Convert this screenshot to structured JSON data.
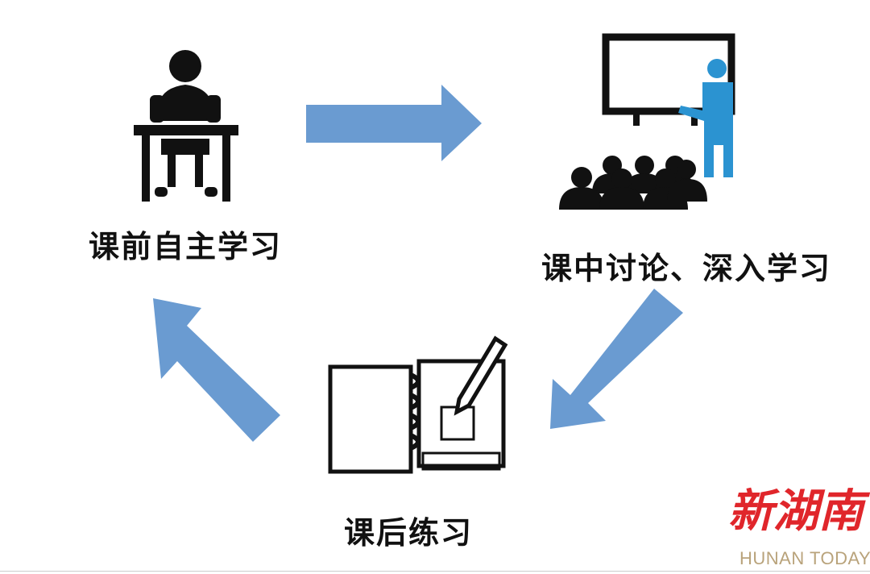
{
  "steps": [
    {
      "label": "课前自主学习",
      "icon": "student-at-desk-icon"
    },
    {
      "label": "课中讨论、深入学习",
      "icon": "classroom-presentation-icon"
    },
    {
      "label": "课后练习",
      "icon": "notebook-pencil-icon"
    }
  ],
  "colors": {
    "arrow": "#6a9bd1",
    "presenter": "#2b93d1",
    "icon": "#111111",
    "logo_red": "#e0262b",
    "logo_gold": "#b9a37b"
  },
  "logo": {
    "chinese": "新湖南",
    "english": "HUNAN TODAY"
  }
}
